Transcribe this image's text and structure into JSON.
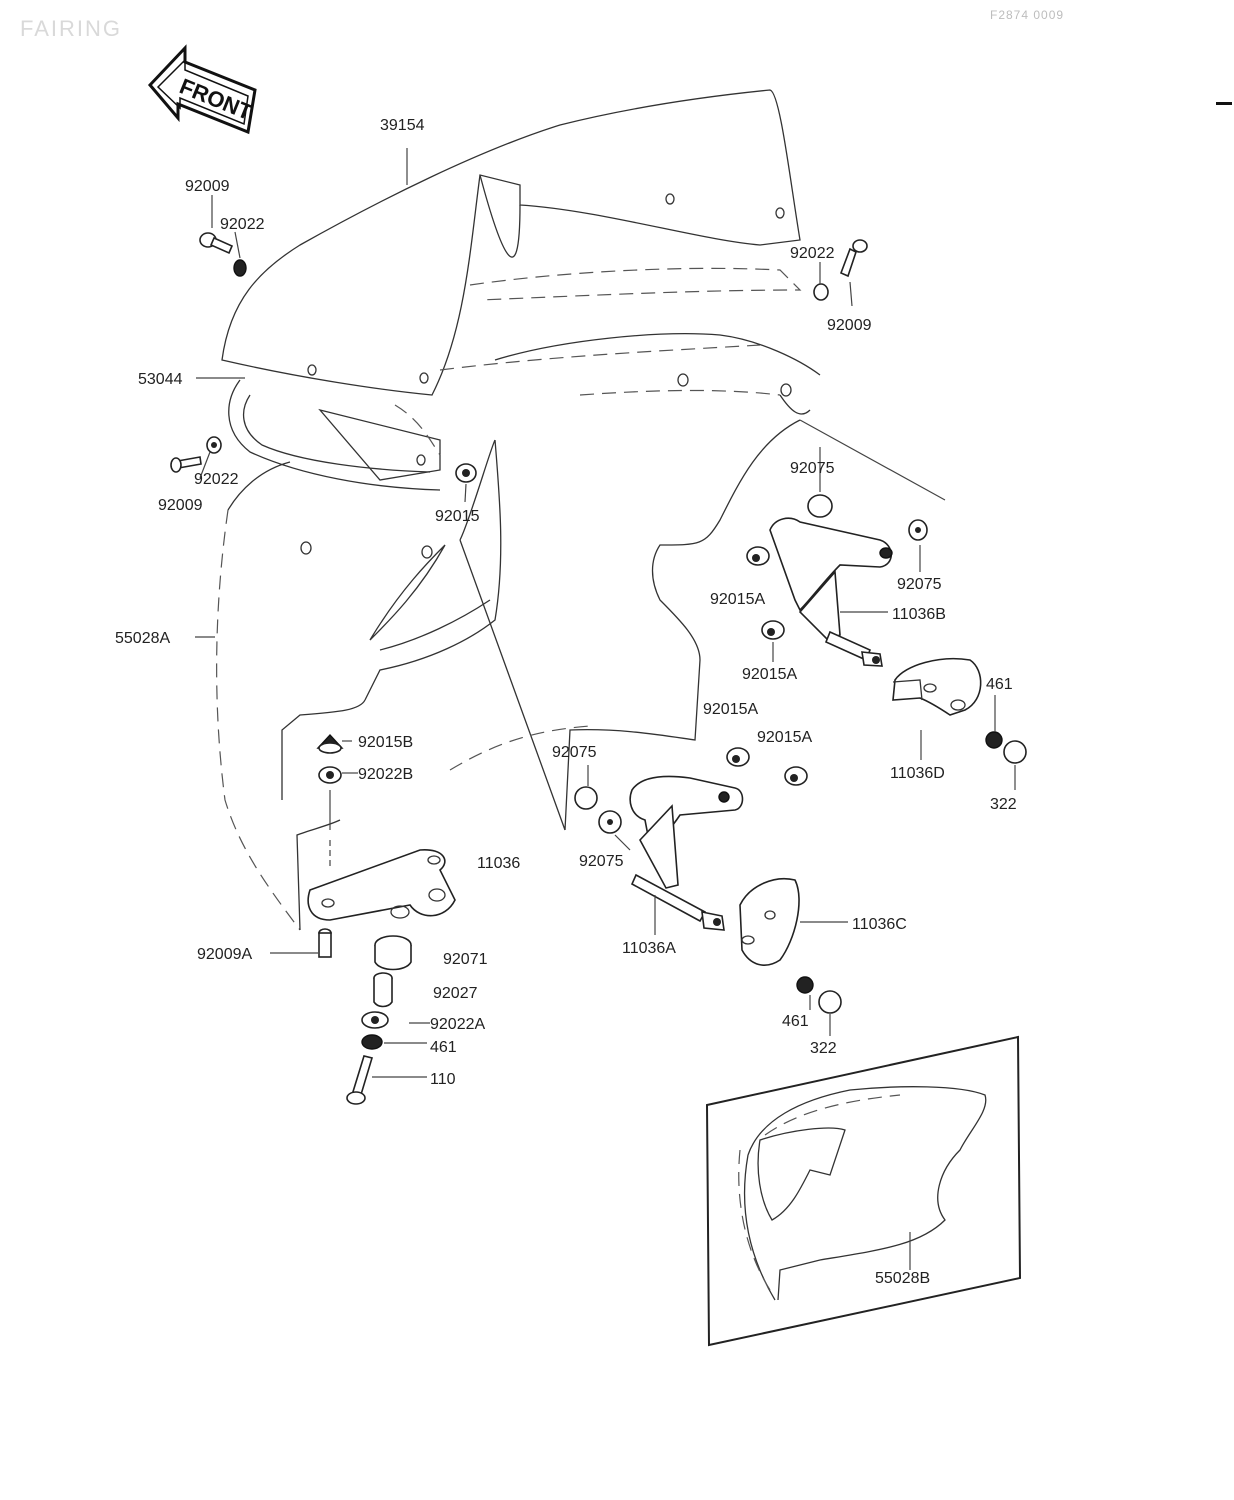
{
  "header": {
    "section_title": "FAIRING",
    "page_code": "F2874 0009"
  },
  "front_arrow": {
    "label": "FRONT"
  },
  "labels": {
    "windshield": "39154",
    "screw_top_left": "92009",
    "washer_top_left": "92022",
    "washer_top_right": "92022",
    "screw_top_right": "92009",
    "trim_strip": "53044",
    "screw_mid_left": "92009",
    "washer_mid_left": "92022",
    "nut_center": "92015",
    "upper_cowl": "55028A",
    "nut_left_lower": "92015B",
    "washer_left_lower": "92022B",
    "stay_bottom": "11036",
    "screw_bottom": "92009A",
    "damper_bottom": "92071",
    "collar_bottom": "92027",
    "washer_bottom": "92022A",
    "nut_bottom": "461",
    "bolt_bottom": "110",
    "grommet_right_top": "92075",
    "grommet_right_edge": "92075",
    "nut_right_a": "92015A",
    "stay_right_upper": "11036B",
    "nut_right_b": "92015A",
    "nut_right_c": "92015A",
    "nut_right_d": "92015A",
    "mirror_nut_upper": "461",
    "mirror_mount_upper": "11036D",
    "mirror_cap_upper": "322",
    "grommet_center_upper": "92075",
    "grommet_center_lower": "92075",
    "stay_center_lower": "11036A",
    "mirror_mount_lower": "11036C",
    "mirror_nut_lower": "461",
    "mirror_cap_lower": "322",
    "inset_cowl": "55028B"
  }
}
